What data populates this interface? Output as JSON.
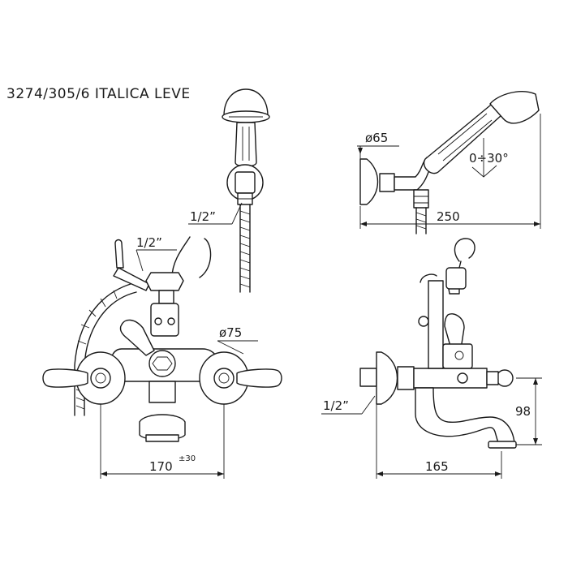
{
  "title": "3274/305/6 ITALICA LEVE",
  "labels": {
    "thread_hand_shower": "1/2”",
    "thread_hose": "1/2”",
    "thread_side": "1/2”",
    "diameter_flange": "ø75",
    "diameter_support": "ø65",
    "angle": "0÷30°",
    "width_front": "170",
    "tolerance": "±30",
    "width_side": "165",
    "height_spout": "98",
    "length_shower": "250"
  }
}
